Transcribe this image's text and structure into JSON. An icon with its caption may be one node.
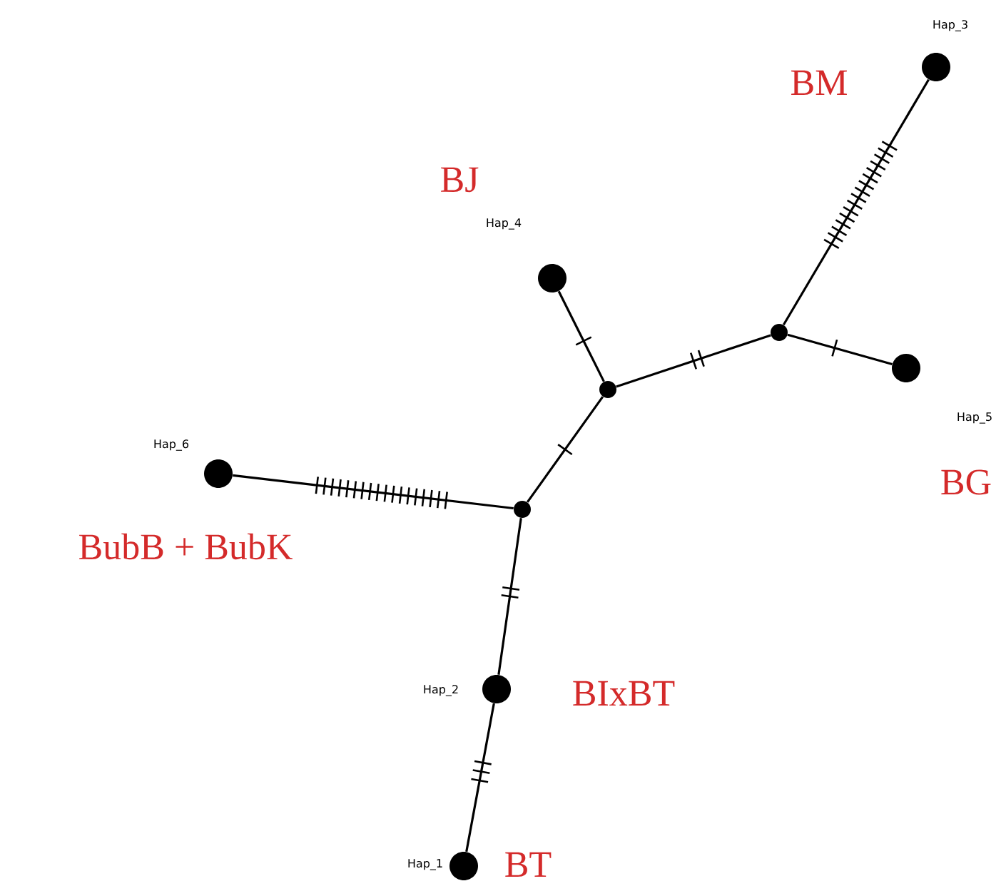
{
  "diagram": {
    "nodes": [
      {
        "text": [],
        "shape": "circle",
        "beside": [
          "Hap_3",
          "BM"
        ]
      },
      {
        "text": [],
        "shape": "circle",
        "beside": [
          "Hap_4",
          "BJ"
        ]
      },
      {
        "text": [],
        "shape": "circle"
      },
      {
        "text": [],
        "shape": "circle",
        "beside": [
          "Hap_5",
          "BG"
        ]
      },
      {
        "text": [],
        "shape": "circle"
      },
      {
        "text": [],
        "shape": "circle",
        "beside": [
          "Hap_6",
          "BubB + BubK"
        ]
      },
      {
        "text": [],
        "shape": "circle"
      },
      {
        "text": [],
        "shape": "circle",
        "beside": [
          "Hap_2",
          "BIxBT"
        ]
      },
      {
        "text": [],
        "shape": "circle",
        "beside": [
          "Hap_1",
          "BT"
        ]
      }
    ],
    "edges": [
      {
        "from": 2,
        "to": 0,
        "arrow": "none"
      },
      {
        "from": 4,
        "to": 1,
        "arrow": "none"
      },
      {
        "from": 4,
        "to": 2,
        "arrow": "none"
      },
      {
        "from": 2,
        "to": 3,
        "arrow": "none"
      },
      {
        "from": 6,
        "to": 4,
        "arrow": "none"
      },
      {
        "from": 5,
        "to": 6,
        "arrow": "none"
      },
      {
        "from": 6,
        "to": 7,
        "arrow": "none"
      },
      {
        "from": 7,
        "to": 8,
        "arrow": "none"
      }
    ]
  }
}
